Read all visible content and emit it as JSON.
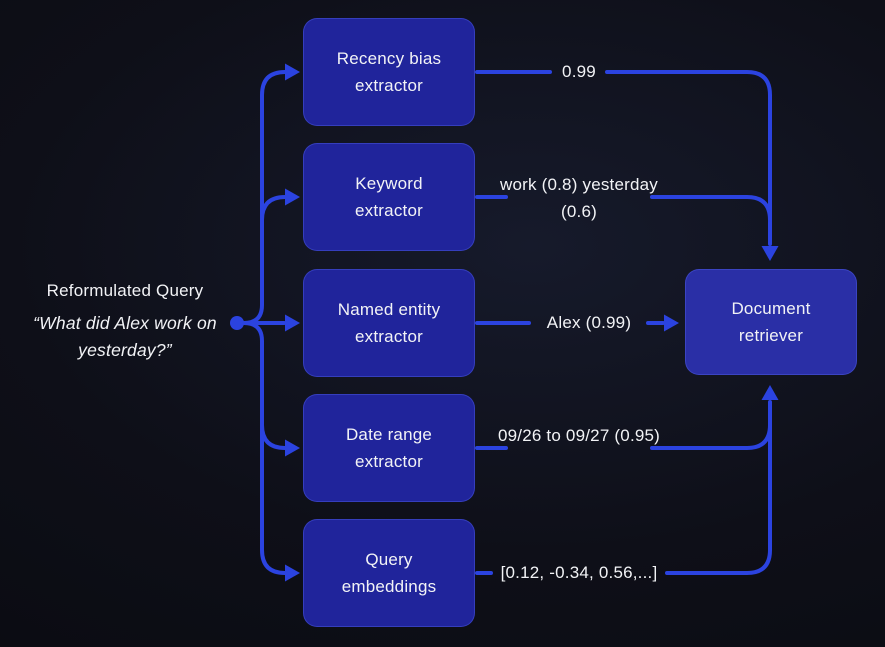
{
  "input": {
    "title": "Reformulated Query",
    "quote_lines": [
      "“What did Alex work",
      "on yesterday?”"
    ]
  },
  "extractors": [
    {
      "label_lines": [
        "Recency bias",
        "extractor"
      ],
      "output_lines": [
        "0.99"
      ]
    },
    {
      "label_lines": [
        "Keyword",
        "extractor"
      ],
      "output_lines": [
        "work (0.8)",
        "yesterday (0.6)"
      ]
    },
    {
      "label_lines": [
        "Named entity",
        "extractor"
      ],
      "output_lines": [
        "Alex (0.99)"
      ]
    },
    {
      "label_lines": [
        "Date range",
        "extractor"
      ],
      "output_lines": [
        "09/26 to 09/27",
        "(0.95)"
      ]
    },
    {
      "label_lines": [
        "Query",
        "embeddings"
      ],
      "output_lines": [
        "[0.12, -0.34, 0.56,...]"
      ]
    }
  ],
  "retriever": {
    "label_lines": [
      "Document",
      "retriever"
    ]
  },
  "colors": {
    "background": "#0d0e16",
    "box_fill": "#20249b",
    "retriever_fill": "#2a2fa6",
    "connector": "#2b43e0",
    "text": "#f2f3f6"
  }
}
